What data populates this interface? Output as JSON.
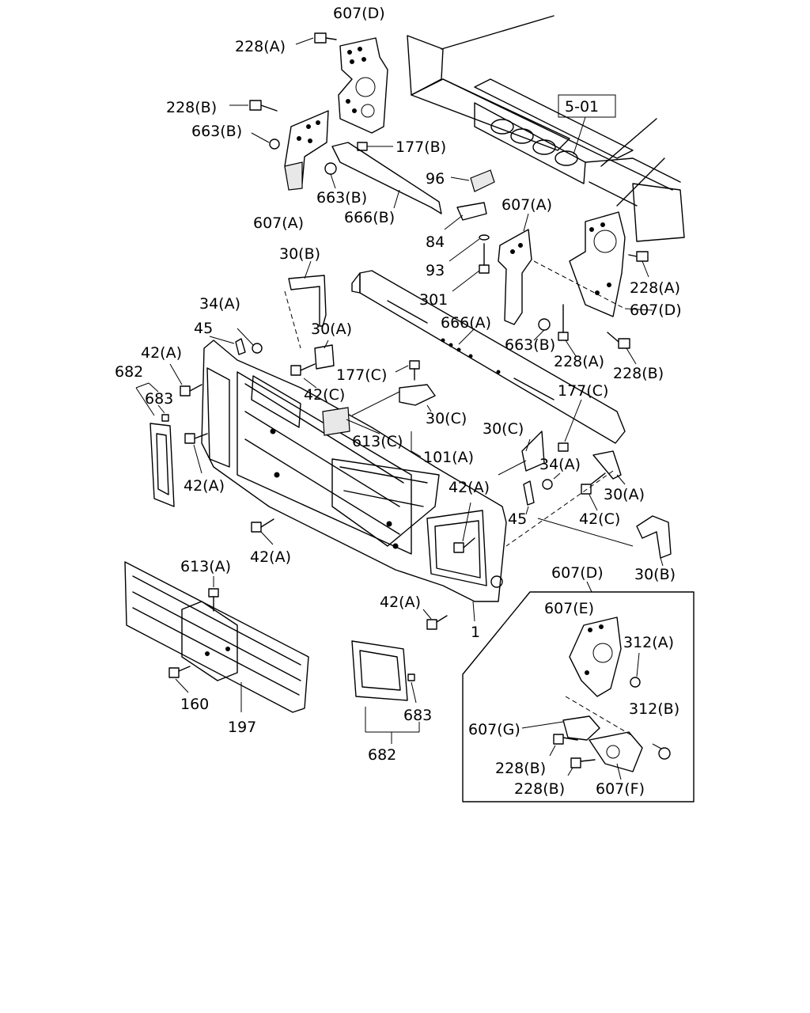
{
  "ref_box": "5-01",
  "labels": {
    "l_607D_top": "607(D)",
    "l_228A_top": "228(A)",
    "l_228B_1": "228(B)",
    "l_663B_1": "663(B)",
    "l_177B": "177(B)",
    "l_96": "96",
    "l_663B_2": "663(B)",
    "l_666B": "666(B)",
    "l_607A_1": "607(A)",
    "l_84": "84",
    "l_607A_2": "607(A)",
    "l_93": "93",
    "l_228A_r": "228(A)",
    "l_301": "301",
    "l_607D_r": "607(D)",
    "l_30B_top": "30(B)",
    "l_34A_l": "34(A)",
    "l_666A": "666(A)",
    "l_45_l": "45",
    "l_30A_l": "30(A)",
    "l_663B_3": "663(B)",
    "l_42A_1": "42(A)",
    "l_228A_b": "228(A)",
    "l_228B_b": "228(B)",
    "l_682_l": "682",
    "l_177C_l": "177(C)",
    "l_42C_l": "42(C)",
    "l_177C_r": "177(C)",
    "l_683_l": "683",
    "l_30C_l": "30(C)",
    "l_613C": "613(C)",
    "l_30C_r": "30(C)",
    "l_101A": "101(A)",
    "l_42A_2": "42(A)",
    "l_34A_r": "34(A)",
    "l_42A_3": "42(A)",
    "l_30A_r": "30(A)",
    "l_45_r": "45",
    "l_42C_r": "42(C)",
    "l_42A_4": "42(A)",
    "l_613A": "613(A)",
    "l_607D_box": "607(D)",
    "l_30B_r": "30(B)",
    "l_607E": "607(E)",
    "l_42A_5": "42(A)",
    "l_1": "1",
    "l_312A": "312(A)",
    "l_160": "160",
    "l_197": "197",
    "l_683_b": "683",
    "l_312B": "312(B)",
    "l_607G": "607(G)",
    "l_682_b": "682",
    "l_228B_box1": "228(B)",
    "l_228B_box2": "228(B)",
    "l_607F": "607(F)"
  }
}
